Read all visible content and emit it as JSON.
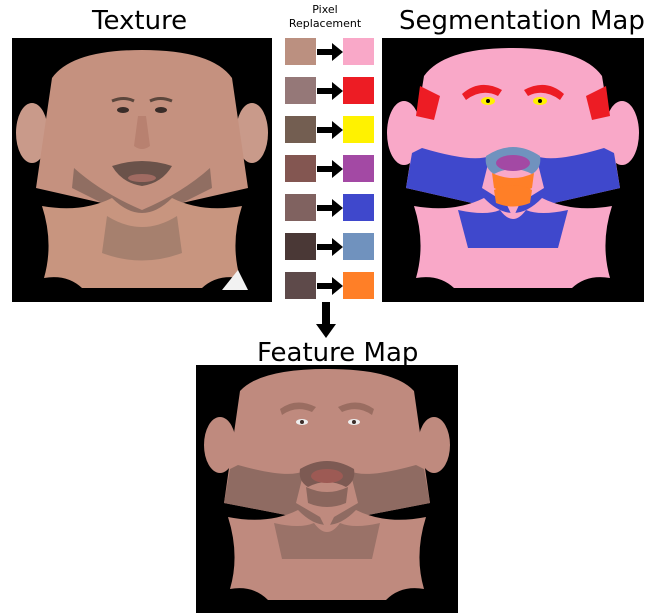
{
  "labels": {
    "texture": "Texture",
    "segmentation": "Segmentation Map",
    "pixel_replacement_line1": "Pixel",
    "pixel_replacement_line2": "Replacement",
    "feature_map": "Feature Map"
  },
  "palette": {
    "source_colors": [
      "#bb9080",
      "#957878",
      "#735e51",
      "#835651",
      "#806260",
      "#4a3836",
      "#5e4a4a"
    ],
    "target_colors": [
      "#f9a8c8",
      "#ed1c24",
      "#fff200",
      "#a349a4",
      "#3f48cc",
      "#7092be",
      "#ff7f27"
    ],
    "skin_tone": "#bf8a7e",
    "background": "#000000"
  },
  "icons": {
    "mapping_arrow": "right-arrow-icon",
    "flow_arrow": "down-arrow-icon"
  }
}
